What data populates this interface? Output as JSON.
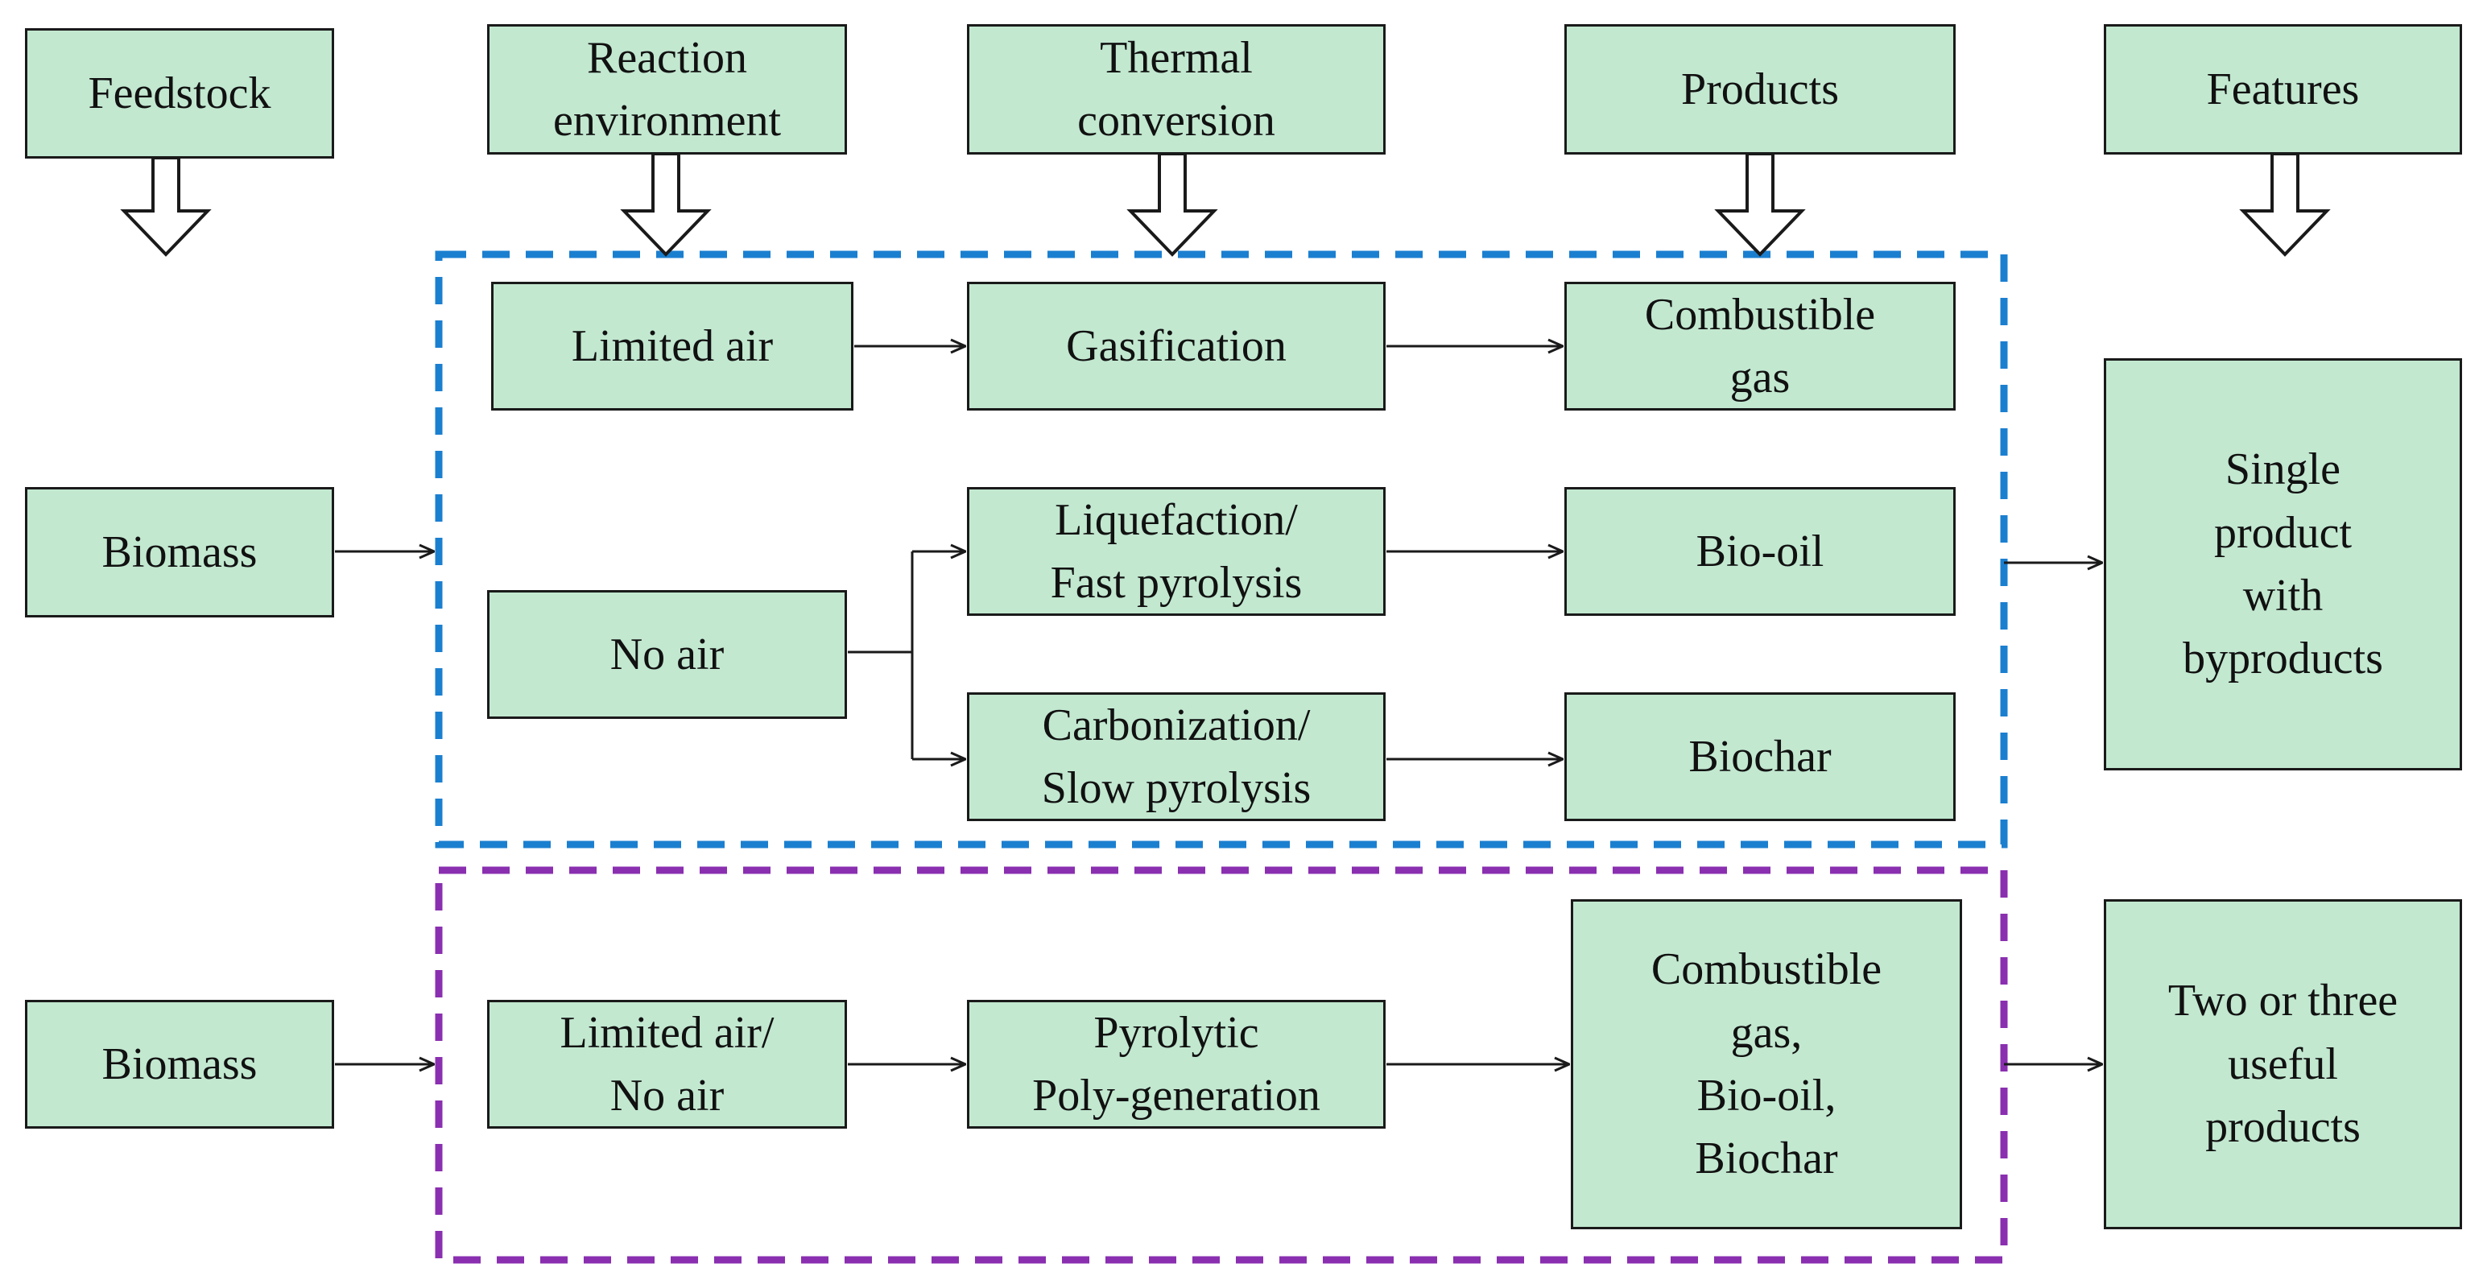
{
  "colors": {
    "box_fill": "#c2e8d0",
    "box_border": "#1a1a1a",
    "line": "#1a1a1a",
    "group_single": "#1b7fd0",
    "group_poly": "#8a2fb0"
  },
  "headers": {
    "feedstock": "Feedstock",
    "reaction_environment": "Reaction\nenvironment",
    "thermal_conversion": "Thermal\nconversion",
    "products": "Products",
    "features": "Features"
  },
  "single_route": {
    "biomass": "Biomass",
    "limited_air": "Limited air",
    "no_air": "No air",
    "gasification": "Gasification",
    "liquefaction": "Liquefaction/\nFast pyrolysis",
    "carbonization": "Carbonization/\nSlow pyrolysis",
    "combustible_gas": "Combustible\ngas",
    "bio_oil": "Bio-oil",
    "biochar": "Biochar",
    "feature": "Single\nproduct\nwith\nbyproducts"
  },
  "poly_route": {
    "biomass": "Biomass",
    "environment": "Limited air/\nNo air",
    "conversion": "Pyrolytic\nPoly-generation",
    "products": "Combustible\ngas,\nBio-oil,\nBiochar",
    "feature": "Two or three\nuseful\nproducts"
  }
}
